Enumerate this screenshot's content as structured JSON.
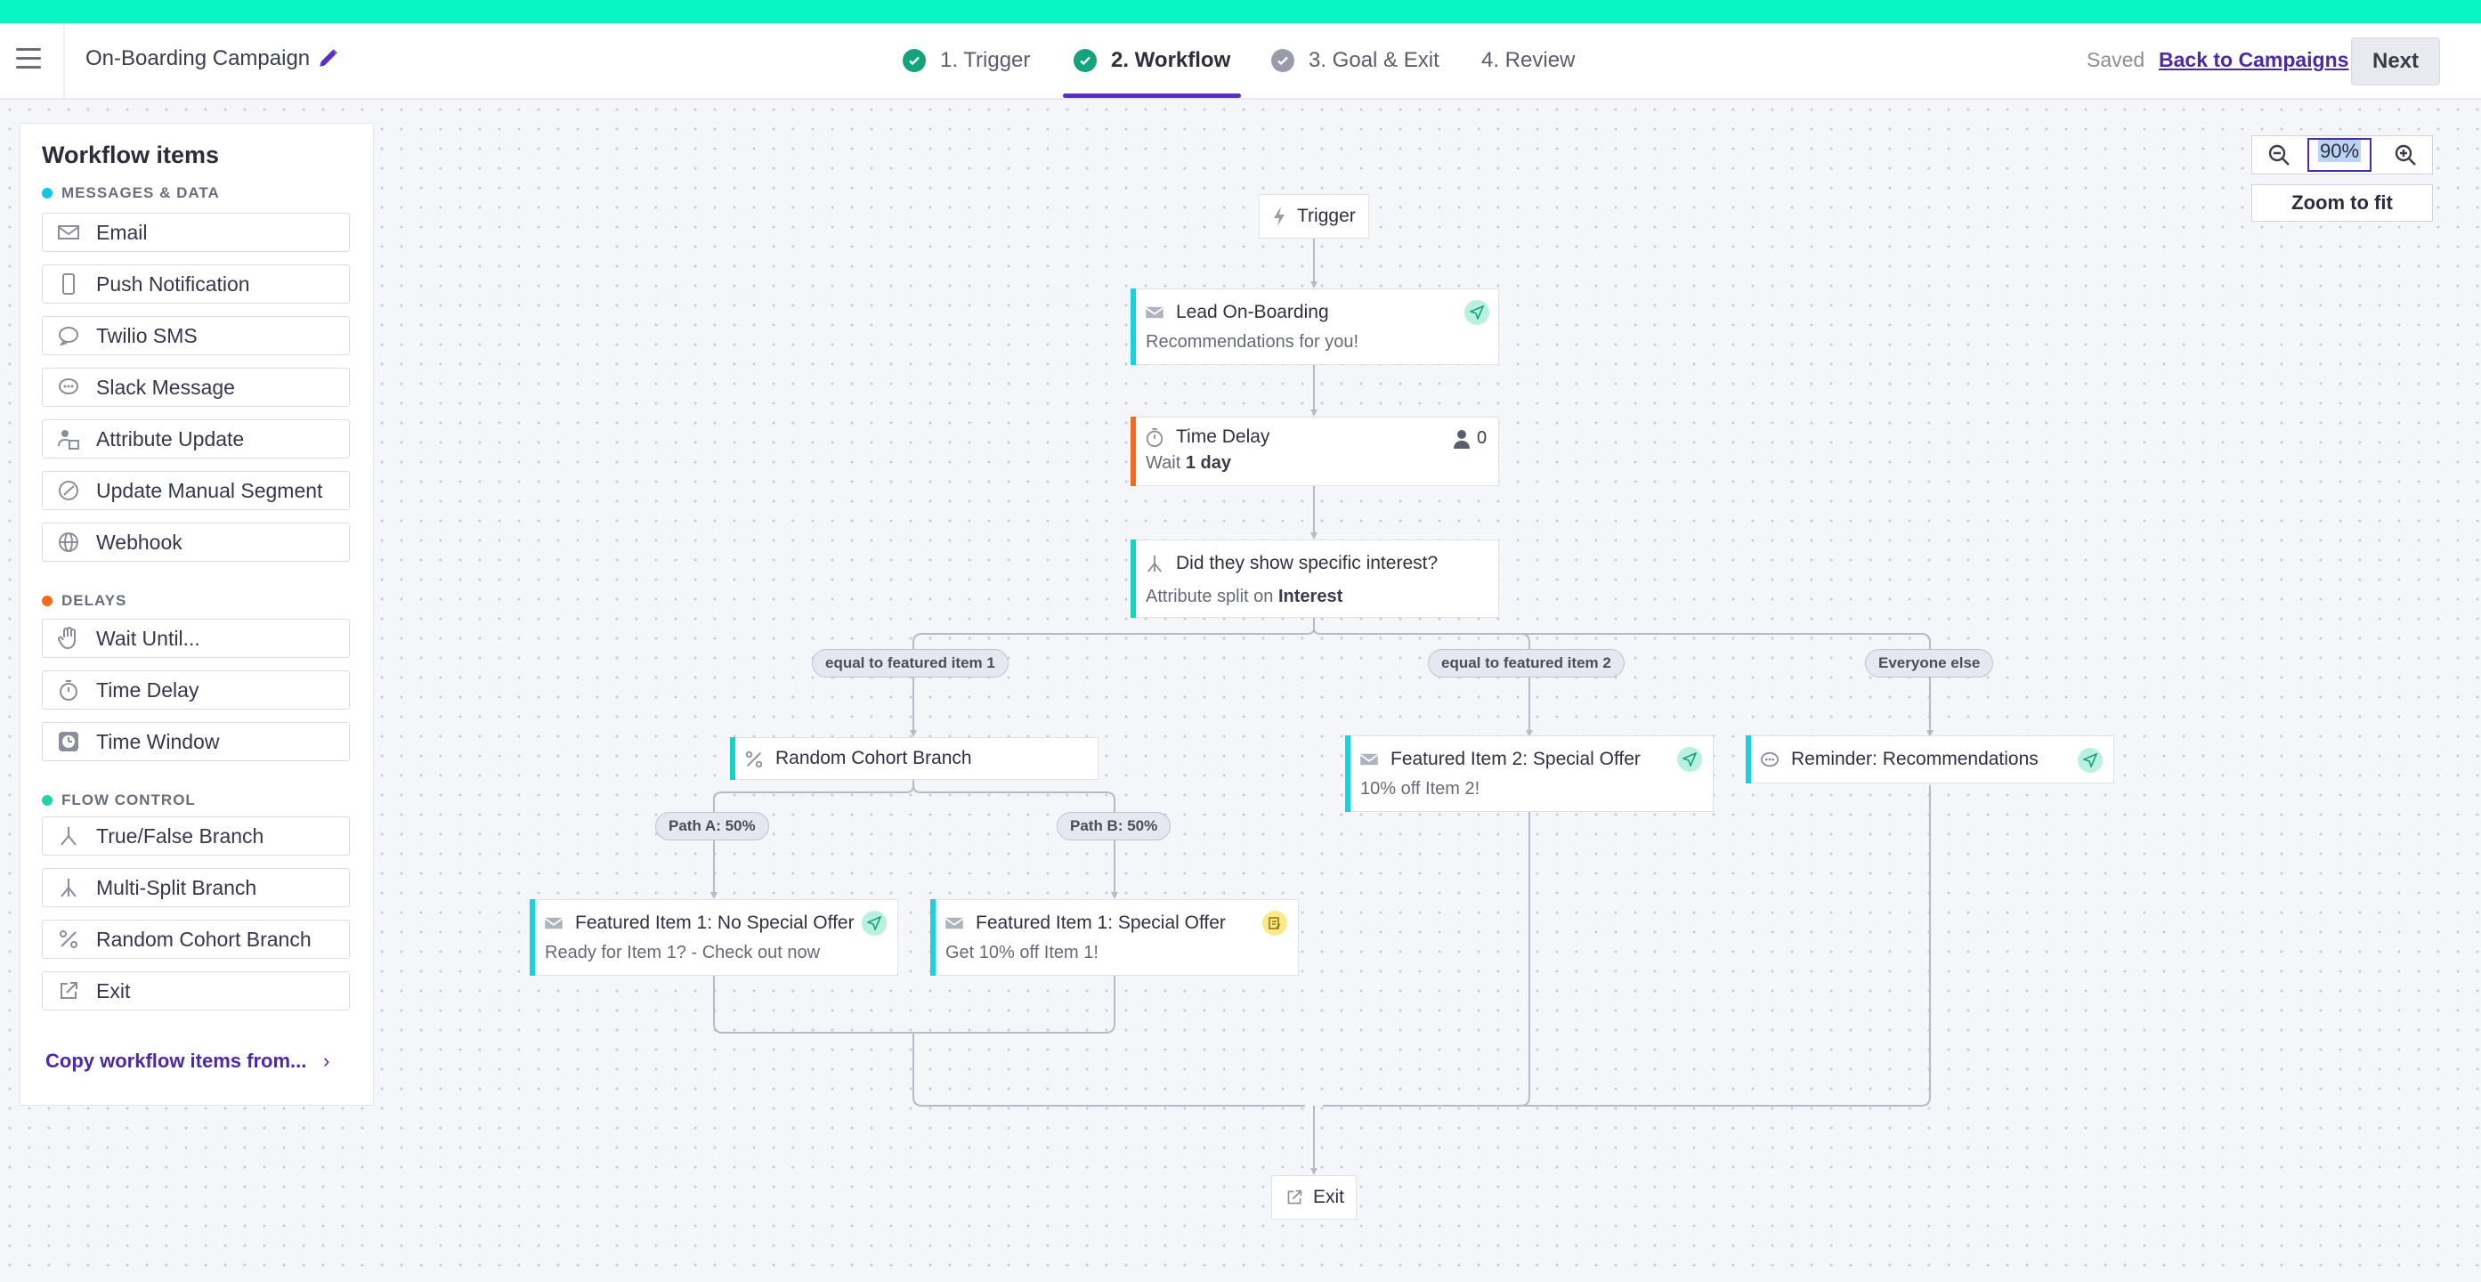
{
  "header": {
    "campaign_title": "On-Boarding Campaign",
    "steps": [
      {
        "label": "1. Trigger",
        "state": "complete"
      },
      {
        "label": "2. Workflow",
        "state": "active"
      },
      {
        "label": "3. Goal & Exit",
        "state": "complete-muted"
      },
      {
        "label": "4. Review",
        "state": "pending"
      }
    ],
    "saved_label": "Saved",
    "back_link": "Back to Campaigns",
    "next_label": "Next"
  },
  "panel": {
    "title": "Workflow items",
    "sections": [
      {
        "label": "MESSAGES & DATA",
        "color": "#16c6e0",
        "items": [
          {
            "label": "Email",
            "icon": "envelope-icon"
          },
          {
            "label": "Push Notification",
            "icon": "mobile-icon"
          },
          {
            "label": "Twilio SMS",
            "icon": "chat-bubble-icon"
          },
          {
            "label": "Slack Message",
            "icon": "chat-dots-icon"
          },
          {
            "label": "Attribute Update",
            "icon": "user-edit-icon"
          },
          {
            "label": "Update Manual Segment",
            "icon": "segment-icon"
          },
          {
            "label": "Webhook",
            "icon": "globe-icon"
          }
        ]
      },
      {
        "label": "DELAYS",
        "color": "#f26b21",
        "items": [
          {
            "label": "Wait Until...",
            "icon": "hand-icon"
          },
          {
            "label": "Time Delay",
            "icon": "stopwatch-icon"
          },
          {
            "label": "Time Window",
            "icon": "clock-icon"
          }
        ]
      },
      {
        "label": "FLOW CONTROL",
        "color": "#22d3a6",
        "items": [
          {
            "label": "True/False Branch",
            "icon": "fork-icon"
          },
          {
            "label": "Multi-Split Branch",
            "icon": "multi-fork-icon"
          },
          {
            "label": "Random Cohort Branch",
            "icon": "percent-icon"
          },
          {
            "label": "Exit",
            "icon": "exit-icon"
          }
        ]
      }
    ],
    "copy_link": "Copy workflow items from...",
    "copy_chevron": "›"
  },
  "zoom": {
    "value": "90%",
    "fit_label": "Zoom to fit"
  },
  "flow": {
    "trigger": "Trigger",
    "lead": {
      "title": "Lead On-Boarding",
      "subtitle": "Recommendations for you!"
    },
    "delay": {
      "title": "Time Delay",
      "prefix": "Wait",
      "value": "1 day",
      "count": "0"
    },
    "split": {
      "title": "Did they show specific interest?",
      "prefix": "Attribute split on",
      "attribute": "Interest"
    },
    "branch_labels": [
      "equal to featured item 1",
      "equal to featured item 2",
      "Everyone else"
    ],
    "cohort": {
      "title": "Random Cohort Branch"
    },
    "path_labels": [
      "Path A: 50%",
      "Path B: 50%"
    ],
    "fi_no_offer": {
      "title": "Featured Item 1: No Special Offer",
      "subtitle": "Ready for Item 1? - Check out now"
    },
    "fi_offer": {
      "title": "Featured Item 1: Special Offer",
      "subtitle": "Get 10% off Item 1!"
    },
    "fi2": {
      "title": "Featured Item 2: Special Offer",
      "subtitle": "10% off Item 2!"
    },
    "reminder": {
      "title": "Reminder: Recommendations"
    },
    "exit": "Exit"
  },
  "colors": {
    "accent_teal": "#06f7c1",
    "brand_purple": "#4a2aa8",
    "message_bar": "#16d3e0",
    "delay_bar": "#f26b21",
    "flow_bar": "#16d3c0"
  }
}
